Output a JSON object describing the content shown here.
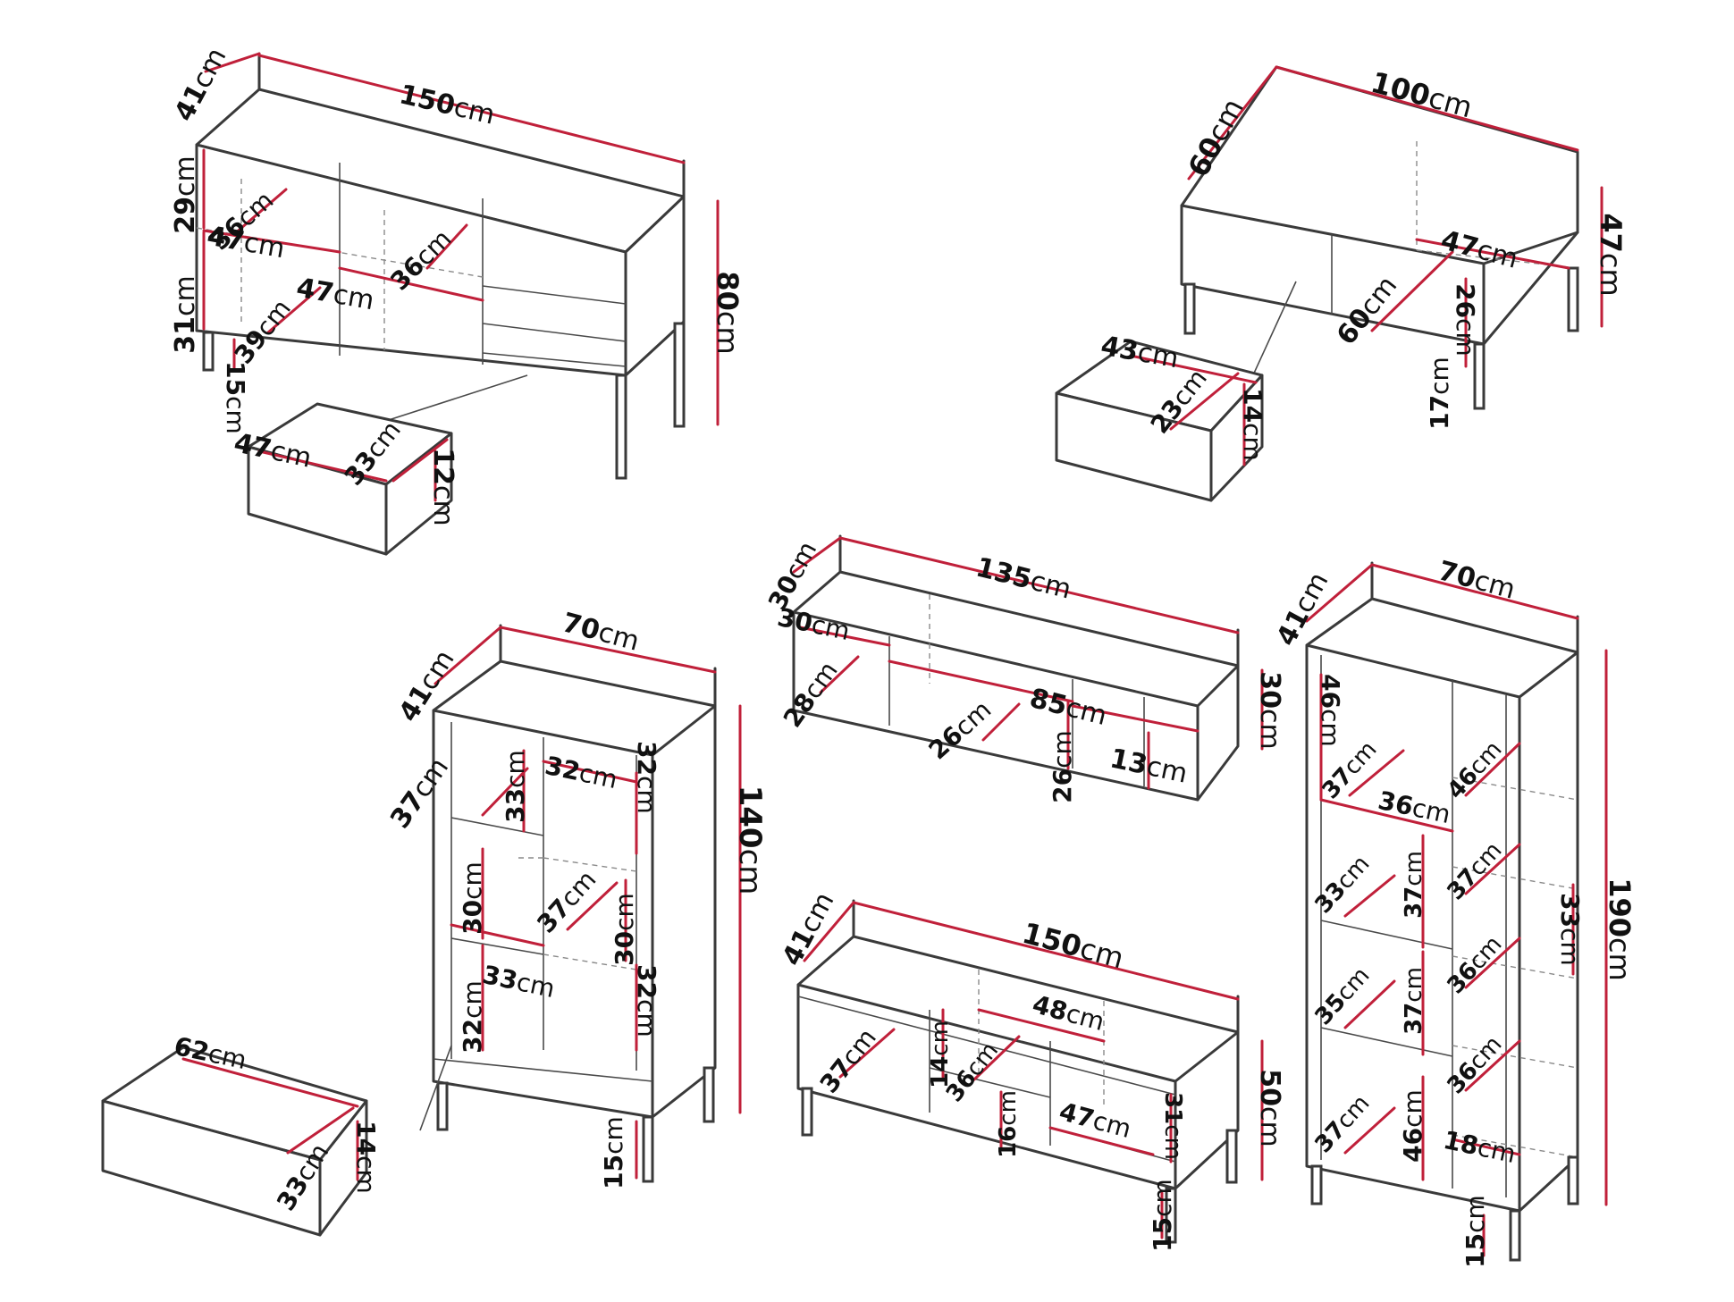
{
  "colors": {
    "outline": "#3a3a3a",
    "dimension": "#c0203a",
    "hidden": "#8a8a8a",
    "background": "#ffffff"
  },
  "unit": "cm",
  "labels": [
    "41",
    "150",
    "29",
    "36",
    "47",
    "36",
    "31",
    "47",
    "39",
    "15",
    "80",
    "47",
    "33",
    "12",
    "60",
    "100",
    "47",
    "47",
    "26",
    "60",
    "43",
    "23",
    "14",
    "17",
    "30",
    "135",
    "30",
    "28",
    "85",
    "30",
    "26",
    "26",
    "13",
    "41",
    "70",
    "37",
    "33",
    "32",
    "32",
    "30",
    "37",
    "30",
    "33",
    "32",
    "32",
    "140",
    "62",
    "33",
    "14",
    "15",
    "41",
    "150",
    "37",
    "14",
    "36",
    "48",
    "31",
    "50",
    "16",
    "47",
    "15",
    "41",
    "70",
    "46",
    "37",
    "36",
    "46",
    "33",
    "37",
    "37",
    "33",
    "35",
    "37",
    "36",
    "36",
    "37",
    "46",
    "18",
    "190",
    "15"
  ]
}
